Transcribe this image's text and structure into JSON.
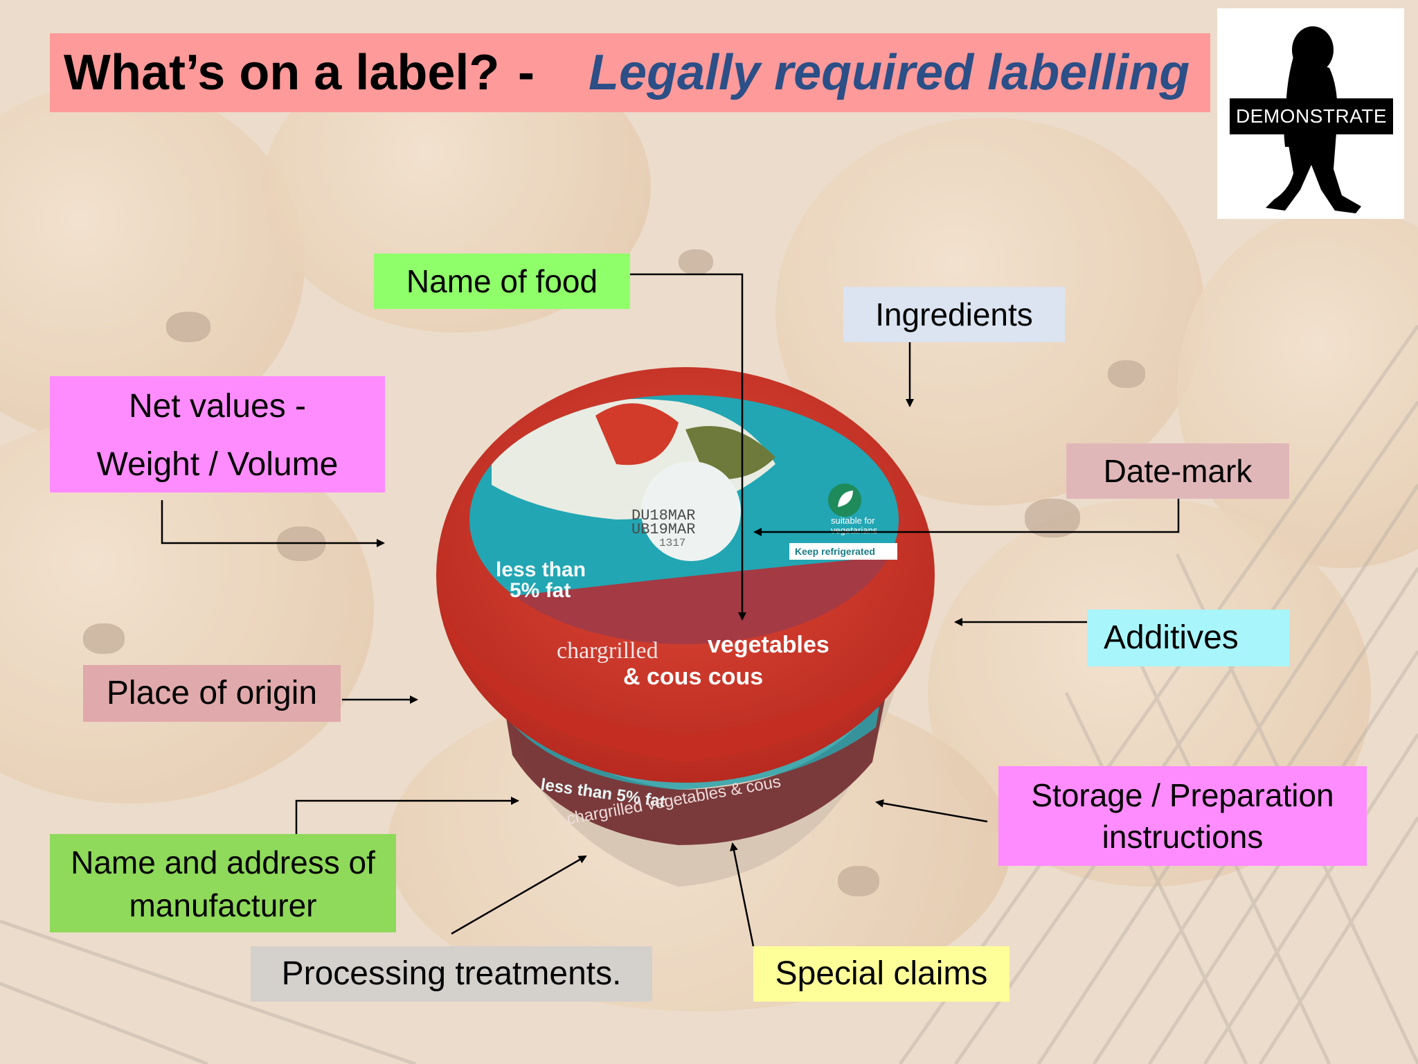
{
  "title": {
    "main": "What’s on a label?",
    "dash": "-",
    "subtitle": "Legally required labelling"
  },
  "logo": {
    "text": "DEMONSTRATE"
  },
  "product": {
    "lid_claim_line1": "less than",
    "lid_claim_line2": "5% fat",
    "date_code_line1": "DU18MAR",
    "date_code_line2": "UB19MAR",
    "date_code_line3": "1317",
    "badge_line1": "suitable for",
    "badge_line2": "vegetarians",
    "keep_refrigerated": "Keep refrigerated",
    "name_line1_a": "chargrilled",
    "name_line1_b": "vegetables",
    "name_line2": "& cous cous",
    "side_text1": "less than 5% fat",
    "side_text2": "chargrilled vegetables & cous"
  },
  "labels": {
    "name_of_food": "Name of food",
    "ingredients": "Ingredients",
    "net_values_line1": "Net values -",
    "net_values_line2": "Weight / Volume",
    "date_mark": "Date-mark",
    "additives": "Additives",
    "place_of_origin": "Place of origin",
    "storage_line1": "Storage / Preparation",
    "storage_line2": "instructions",
    "manufacturer_line1": "Name and address of",
    "manufacturer_line2": "manufacturer",
    "processing": "Processing treatments.",
    "special_claims": "Special claims"
  },
  "colors": {
    "title_bar": "#ff9a9a",
    "subtitle_text": "#2b4f86",
    "name_of_food_bg": "#8fff6a",
    "ingredients_bg": "#dbe4f0",
    "net_values_bg": "#ff8cff",
    "date_mark_bg": "#e0b7b9",
    "additives_bg": "#a8f5fc",
    "place_of_origin_bg": "#e0a9ab",
    "storage_bg": "#ff8cff",
    "manufacturer_bg": "#8fd95b",
    "processing_bg": "#d4d0cc",
    "special_claims_bg": "#ffff9a",
    "tub_red": "#d8392b",
    "lid_teal": "#22a6b3",
    "lid_maroon": "#a43a44"
  },
  "icons": [
    "leaf-icon",
    "demonstrate-figure-icon"
  ]
}
